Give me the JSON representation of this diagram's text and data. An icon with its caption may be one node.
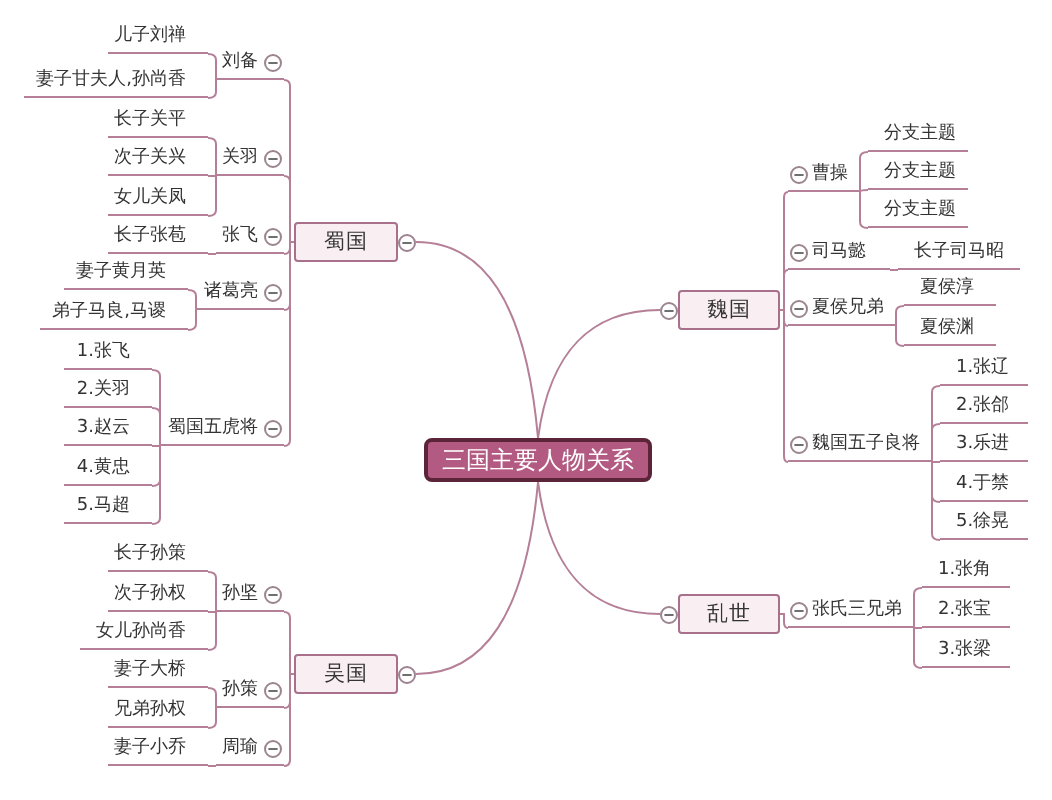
{
  "diagram": {
    "nodes": [
      {
        "text": [
          "三国主要人物关系"
        ]
      },
      {
        "text": [
          "蜀国"
        ]
      },
      {
        "text": [
          "刘备"
        ]
      },
      {
        "text": [
          "儿子刘禅"
        ]
      },
      {
        "text": [
          "妻子甘夫人,孙尚香"
        ]
      },
      {
        "text": [
          "关羽"
        ]
      },
      {
        "text": [
          "长子关平"
        ]
      },
      {
        "text": [
          "次子关兴"
        ]
      },
      {
        "text": [
          "女儿关凤"
        ]
      },
      {
        "text": [
          "张飞"
        ]
      },
      {
        "text": [
          "长子张苞"
        ]
      },
      {
        "text": [
          "诸葛亮"
        ]
      },
      {
        "text": [
          "妻子黄月英"
        ]
      },
      {
        "text": [
          "弟子马良,马谡"
        ]
      },
      {
        "text": [
          "蜀国五虎将"
        ]
      },
      {
        "text": [
          "1.张飞"
        ]
      },
      {
        "text": [
          "2.关羽"
        ]
      },
      {
        "text": [
          "3.赵云"
        ]
      },
      {
        "text": [
          "4.黄忠"
        ]
      },
      {
        "text": [
          "5.马超"
        ]
      },
      {
        "text": [
          "吴国"
        ]
      },
      {
        "text": [
          "孙坚"
        ]
      },
      {
        "text": [
          "长子孙策"
        ]
      },
      {
        "text": [
          "次子孙权"
        ]
      },
      {
        "text": [
          "女儿孙尚香"
        ]
      },
      {
        "text": [
          "孙策"
        ]
      },
      {
        "text": [
          "妻子大桥"
        ]
      },
      {
        "text": [
          "兄弟孙权"
        ]
      },
      {
        "text": [
          "周瑜"
        ]
      },
      {
        "text": [
          "妻子小乔"
        ]
      },
      {
        "text": [
          "魏国"
        ]
      },
      {
        "text": [
          "曹操"
        ]
      },
      {
        "text": [
          "分支主题"
        ]
      },
      {
        "text": [
          "分支主题"
        ]
      },
      {
        "text": [
          "分支主题"
        ]
      },
      {
        "text": [
          "司马懿"
        ]
      },
      {
        "text": [
          "长子司马昭"
        ]
      },
      {
        "text": [
          "夏侯兄弟"
        ]
      },
      {
        "text": [
          "夏侯淳"
        ]
      },
      {
        "text": [
          "夏侯渊"
        ]
      },
      {
        "text": [
          "魏国五子良将"
        ]
      },
      {
        "text": [
          "1.张辽"
        ]
      },
      {
        "text": [
          "2.张郃"
        ]
      },
      {
        "text": [
          "3.乐进"
        ]
      },
      {
        "text": [
          "4.于禁"
        ]
      },
      {
        "text": [
          "5.徐晃"
        ]
      },
      {
        "text": [
          "乱世"
        ]
      },
      {
        "text": [
          "张氏三兄弟"
        ]
      },
      {
        "text": [
          "1.张角"
        ]
      },
      {
        "text": [
          "2.张宝"
        ]
      },
      {
        "text": [
          "3.张梁"
        ]
      }
    ],
    "edges": [
      {
        "from": 0,
        "to": 1,
        "arrow": "none"
      },
      {
        "from": 1,
        "to": 2,
        "arrow": "none"
      },
      {
        "from": 2,
        "to": 3,
        "arrow": "none"
      },
      {
        "from": 2,
        "to": 4,
        "arrow": "none"
      },
      {
        "from": 1,
        "to": 5,
        "arrow": "none"
      },
      {
        "from": 5,
        "to": 6,
        "arrow": "none"
      },
      {
        "from": 5,
        "to": 7,
        "arrow": "none"
      },
      {
        "from": 5,
        "to": 8,
        "arrow": "none"
      },
      {
        "from": 1,
        "to": 9,
        "arrow": "none"
      },
      {
        "from": 9,
        "to": 10,
        "arrow": "none"
      },
      {
        "from": 1,
        "to": 11,
        "arrow": "none"
      },
      {
        "from": 11,
        "to": 12,
        "arrow": "none"
      },
      {
        "from": 11,
        "to": 13,
        "arrow": "none"
      },
      {
        "from": 1,
        "to": 14,
        "arrow": "none"
      },
      {
        "from": 14,
        "to": 15,
        "arrow": "none"
      },
      {
        "from": 14,
        "to": 16,
        "arrow": "none"
      },
      {
        "from": 14,
        "to": 17,
        "arrow": "none"
      },
      {
        "from": 14,
        "to": 18,
        "arrow": "none"
      },
      {
        "from": 14,
        "to": 19,
        "arrow": "none"
      },
      {
        "from": 0,
        "to": 20,
        "arrow": "none"
      },
      {
        "from": 20,
        "to": 21,
        "arrow": "none"
      },
      {
        "from": 21,
        "to": 22,
        "arrow": "none"
      },
      {
        "from": 21,
        "to": 23,
        "arrow": "none"
      },
      {
        "from": 21,
        "to": 24,
        "arrow": "none"
      },
      {
        "from": 20,
        "to": 25,
        "arrow": "none"
      },
      {
        "from": 25,
        "to": 26,
        "arrow": "none"
      },
      {
        "from": 25,
        "to": 27,
        "arrow": "none"
      },
      {
        "from": 20,
        "to": 28,
        "arrow": "none"
      },
      {
        "from": 28,
        "to": 29,
        "arrow": "none"
      },
      {
        "from": 0,
        "to": 30,
        "arrow": "none"
      },
      {
        "from": 30,
        "to": 31,
        "arrow": "none"
      },
      {
        "from": 31,
        "to": 32,
        "arrow": "none"
      },
      {
        "from": 31,
        "to": 33,
        "arrow": "none"
      },
      {
        "from": 31,
        "to": 34,
        "arrow": "none"
      },
      {
        "from": 30,
        "to": 35,
        "arrow": "none"
      },
      {
        "from": 35,
        "to": 36,
        "arrow": "none"
      },
      {
        "from": 30,
        "to": 37,
        "arrow": "none"
      },
      {
        "from": 37,
        "to": 38,
        "arrow": "none"
      },
      {
        "from": 37,
        "to": 39,
        "arrow": "none"
      },
      {
        "from": 30,
        "to": 40,
        "arrow": "none"
      },
      {
        "from": 40,
        "to": 41,
        "arrow": "none"
      },
      {
        "from": 40,
        "to": 42,
        "arrow": "none"
      },
      {
        "from": 40,
        "to": 43,
        "arrow": "none"
      },
      {
        "from": 40,
        "to": 44,
        "arrow": "none"
      },
      {
        "from": 40,
        "to": 45,
        "arrow": "none"
      },
      {
        "from": 0,
        "to": 46,
        "arrow": "none"
      },
      {
        "from": 46,
        "to": 47,
        "arrow": "none"
      },
      {
        "from": 47,
        "to": 48,
        "arrow": "none"
      },
      {
        "from": 47,
        "to": 49,
        "arrow": "none"
      },
      {
        "from": 47,
        "to": 50,
        "arrow": "none"
      }
    ]
  }
}
